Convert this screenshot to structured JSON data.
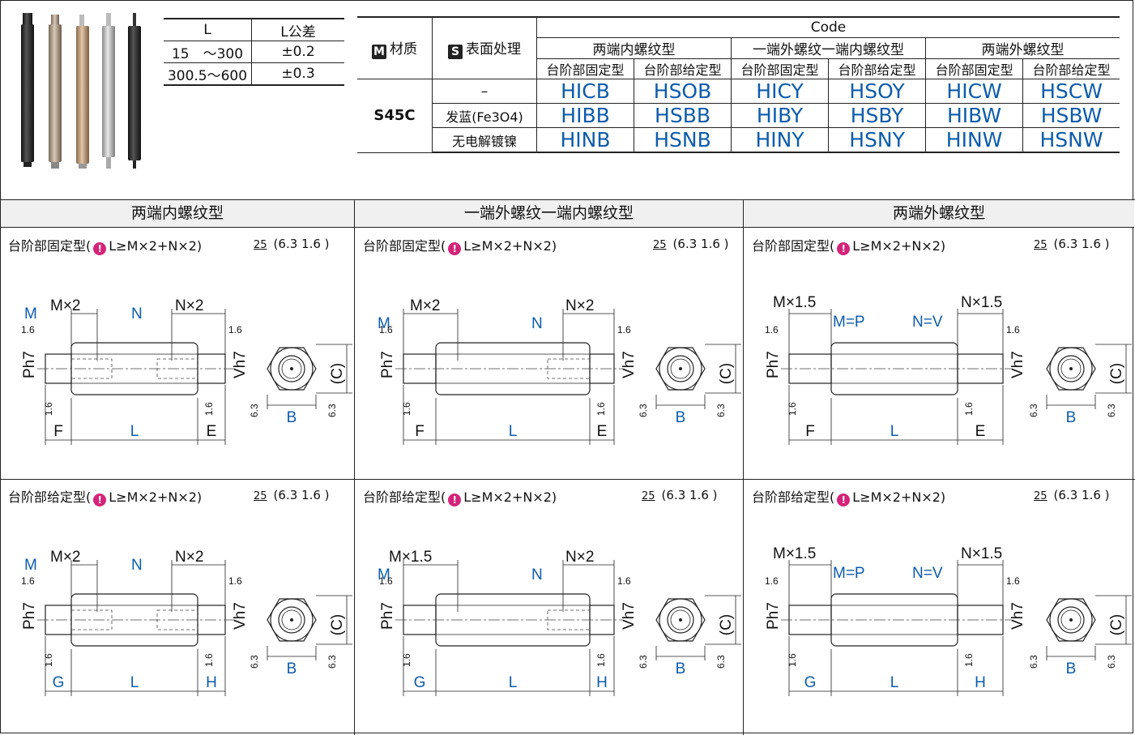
{
  "tolerance_table": {
    "headers": [
      "L",
      "L公差"
    ],
    "rows": [
      [
        "15　～300",
        "±0.2"
      ],
      [
        "300.5～600",
        "±0.3"
      ]
    ]
  },
  "code_table": {
    "material_label": "材质",
    "material_mark": "M",
    "surface_label": "表面处理",
    "surface_mark": "S",
    "code_header": "Code",
    "groups": [
      "两端内螺纹型",
      "一端外螺纹一端内螺纹型",
      "两端外螺纹型"
    ],
    "subheaders": [
      "台阶部固定型",
      "台阶部给定型",
      "台阶部固定型",
      "台阶部给定型",
      "台阶部固定型",
      "台阶部给定型"
    ],
    "material": "S45C",
    "rows": [
      {
        "surface": "–",
        "codes": [
          "HICB",
          "HSOB",
          "HICY",
          "HSOY",
          "HICW",
          "HSCW"
        ]
      },
      {
        "surface": "发蓝(Fe3O4)",
        "codes": [
          "HIBB",
          "HSBB",
          "HIBY",
          "HSBY",
          "HIBW",
          "HSBW"
        ]
      },
      {
        "surface": "无电解镀镍",
        "codes": [
          "HINB",
          "HSNB",
          "HINY",
          "HSNY",
          "HINW",
          "HSNW"
        ]
      }
    ]
  },
  "sections": [
    {
      "title": "两端内螺纹型"
    },
    {
      "title": "一端外螺纹一端内螺纹型"
    },
    {
      "title": "两端外螺纹型"
    }
  ],
  "cells": {
    "fixed_title": "台阶部固定型(",
    "given_title": "台阶部给定型(",
    "condition": "L≥M×2+N×2)",
    "warn_icon": "!",
    "roughness_main": "25",
    "roughness_alt": "(6.3 1.6 )"
  },
  "drawing_labels": {
    "M": "M",
    "N": "N",
    "Mx2": "M×2",
    "Nx2": "N×2",
    "Mx15": "M×1.5",
    "Nx15": "N×1.5",
    "MeqP": "M=P",
    "NeqV": "N=V",
    "P": "Ph7",
    "V": "Vh7",
    "C": "(C)",
    "B": "B",
    "L": "L",
    "F": "F",
    "E": "E",
    "G": "G",
    "H": "H",
    "r16": "1.6",
    "r63": "6.3"
  },
  "colors": {
    "blue": "#0d5cab",
    "pink": "#d4237a"
  }
}
